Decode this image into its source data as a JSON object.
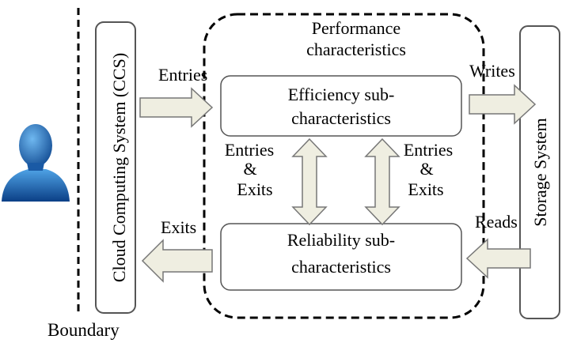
{
  "diagram": {
    "boundary_label": "Boundary",
    "ccs_label": "Cloud Computing System (CCS)",
    "storage_label": "Storage System",
    "performance_title": [
      "Performance",
      "characteristics"
    ],
    "efficiency_box": [
      "Efficiency sub-",
      "characteristics"
    ],
    "reliability_box": [
      "Reliability sub-",
      "characteristics"
    ],
    "entries_label": "Entries",
    "exits_label": "Exits",
    "writes_label": "Writes",
    "reads_label": "Reads",
    "left_vertical_label": [
      "Entries",
      "&",
      "Exits"
    ],
    "right_vertical_label": [
      "Entries",
      "&",
      "Exits"
    ],
    "user_icon": "user-avatar-icon"
  },
  "colors": {
    "arrow_fill": "#efeee1",
    "box_stroke": "#555555",
    "avatar_blue": "#1f6fbf"
  }
}
